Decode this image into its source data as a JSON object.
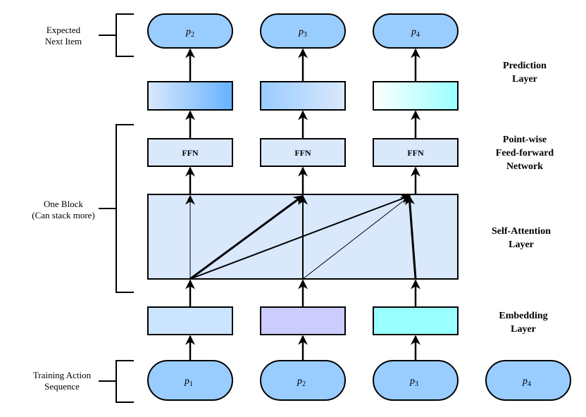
{
  "left_labels": {
    "expected": [
      "Expected",
      "Next Item"
    ],
    "block": [
      "One Block",
      "(Can stack more)"
    ],
    "training": [
      "Training Action",
      "Sequence"
    ]
  },
  "right_labels": {
    "prediction": [
      "Prediction",
      "Layer"
    ],
    "ffn": [
      "Point-wise",
      "Feed-forward",
      "Network"
    ],
    "attention": [
      "Self-Attention",
      "Layer"
    ],
    "embedding": [
      "Embedding",
      "Layer"
    ]
  },
  "outputs": [
    {
      "v": "p",
      "s": "2"
    },
    {
      "v": "p",
      "s": "3"
    },
    {
      "v": "p",
      "s": "4"
    }
  ],
  "inputs": [
    {
      "v": "p",
      "s": "1"
    },
    {
      "v": "p",
      "s": "2"
    },
    {
      "v": "p",
      "s": "3"
    },
    {
      "v": "p",
      "s": "4"
    }
  ],
  "ffn_label": "FFN",
  "colors": {
    "pill": "#99ccff",
    "box": "#dae8fc",
    "emb": [
      "#cce5ff",
      "#ccccff",
      "#99ffff"
    ]
  }
}
